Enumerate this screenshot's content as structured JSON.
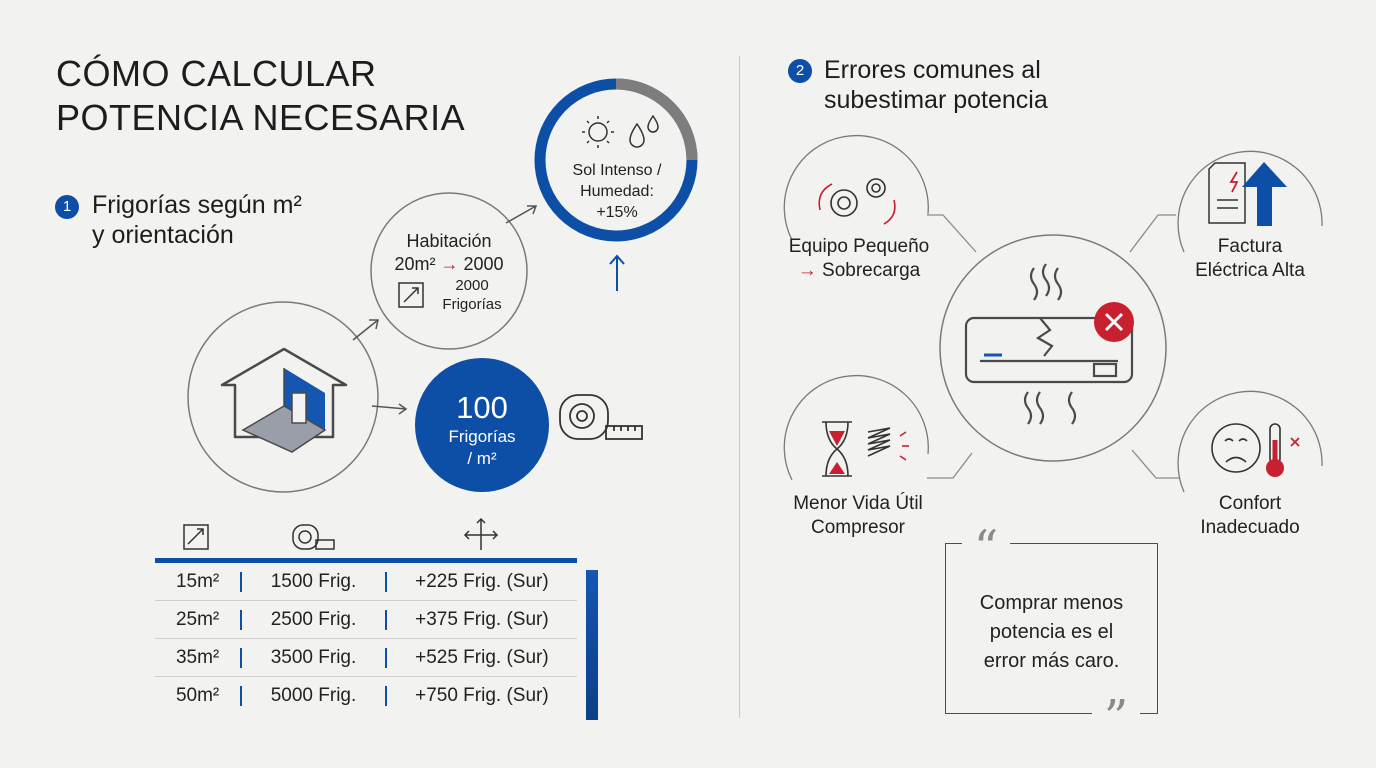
{
  "title": {
    "line1": "CÓMO CALCULAR",
    "line2": "POTENCIA NECESARIA"
  },
  "section1": {
    "number": "1",
    "heading_line1": "Frigorías según m²",
    "heading_line2": "y orientación",
    "habitacion": {
      "line1": "Habitación",
      "line2_a": "20m²",
      "line2_b": "2000",
      "line3": "2000",
      "line4": "Frigorías"
    },
    "ratio": {
      "value": "100",
      "unit_line1": "Frigorías",
      "unit_line2": "/ m²"
    },
    "sol": {
      "line1": "Sol Intenso /",
      "line2": "Humedad:",
      "line3": "+15%"
    },
    "table": {
      "rows": [
        {
          "area": "15m²",
          "frig": "1500 Frig.",
          "extra": "+225 Frig. (Sur)"
        },
        {
          "area": "25m²",
          "frig": "2500 Frig.",
          "extra": "+375 Frig. (Sur)"
        },
        {
          "area": "35m²",
          "frig": "3500 Frig.",
          "extra": "+525 Frig. (Sur)"
        },
        {
          "area": "50m²",
          "frig": "5000 Frig.",
          "extra": "+750 Frig. (Sur)"
        }
      ]
    }
  },
  "section2": {
    "number": "2",
    "heading_line1": "Errores comunes al",
    "heading_line2": "subestimar potencia",
    "errors": {
      "small": {
        "line1": "Equipo Pequeño",
        "line2": "Sobrecarga"
      },
      "bill": {
        "line1": "Factura",
        "line2": "Eléctrica Alta"
      },
      "life": {
        "line1": "Menor Vida Útil",
        "line2": "Compresor"
      },
      "comfort": {
        "line1": "Confort",
        "line2": "Inadecuado"
      }
    },
    "quote": {
      "line1": "Comprar menos",
      "line2": "potencia es el",
      "line3": "error más caro."
    }
  },
  "colors": {
    "blue": "#0d4ea6",
    "red": "#c8202f",
    "gray": "#555555"
  }
}
